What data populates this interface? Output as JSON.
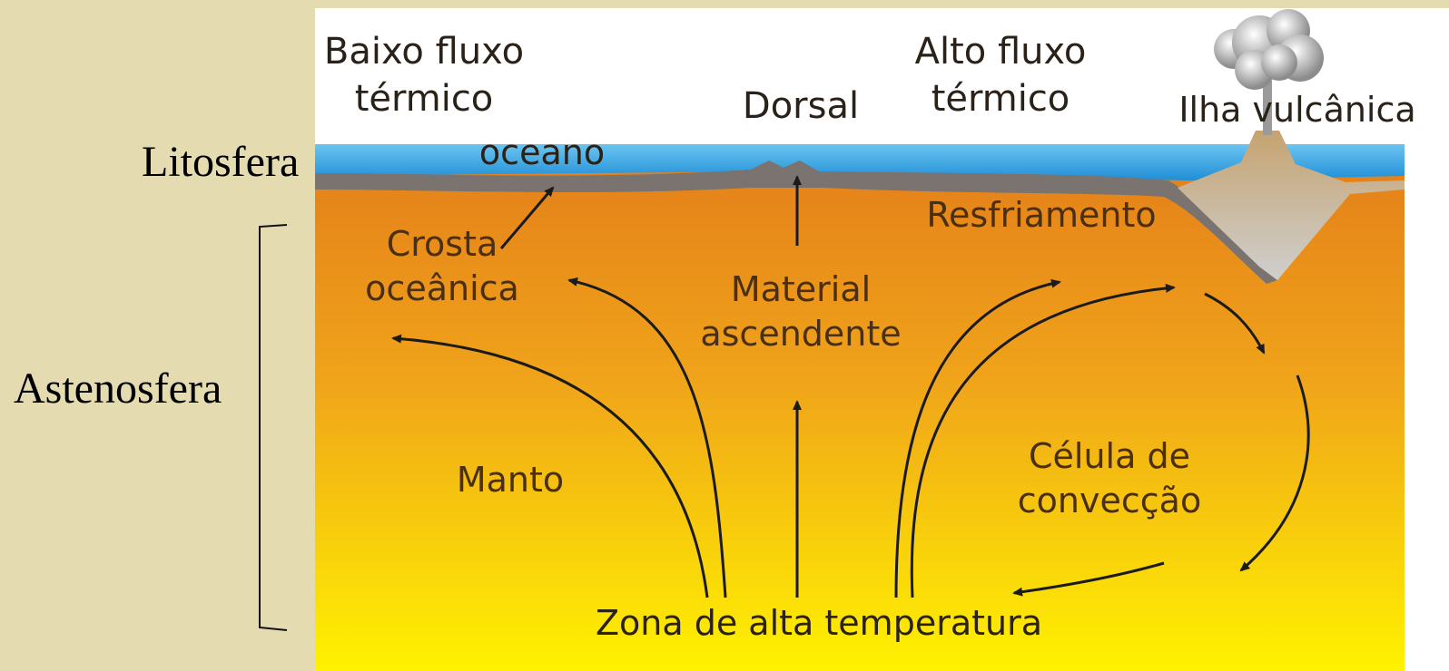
{
  "side_labels": {
    "lithosphere": "Litosfera",
    "asthenosphere": "Astenosfera"
  },
  "diagram_labels": {
    "low_heat_flow_line1": "Baixo fluxo",
    "low_heat_flow_line2": "térmico",
    "ridge": "Dorsal",
    "high_heat_flow_line1": "Alto fluxo",
    "high_heat_flow_line2": "térmico",
    "volcanic_island": "Ilha vulcânica",
    "ocean": "oceano",
    "cooling": "Resfriamento",
    "oceanic_crust_line1": "Crosta",
    "oceanic_crust_line2": "oceânica",
    "rising_material_line1": "Material",
    "rising_material_line2": "ascendente",
    "mantle": "Manto",
    "convection_cell_line1": "Célula de",
    "convection_cell_line2": "convecção",
    "high_temp_zone": "Zona de alta temperatura"
  },
  "colors": {
    "background": "#e4dbb0",
    "ocean": "#3ba2e0",
    "crust": "#7a7370",
    "mantle_top": "#e37d1a",
    "mantle_bottom": "#ffee00",
    "volcano": "#c4a068"
  }
}
